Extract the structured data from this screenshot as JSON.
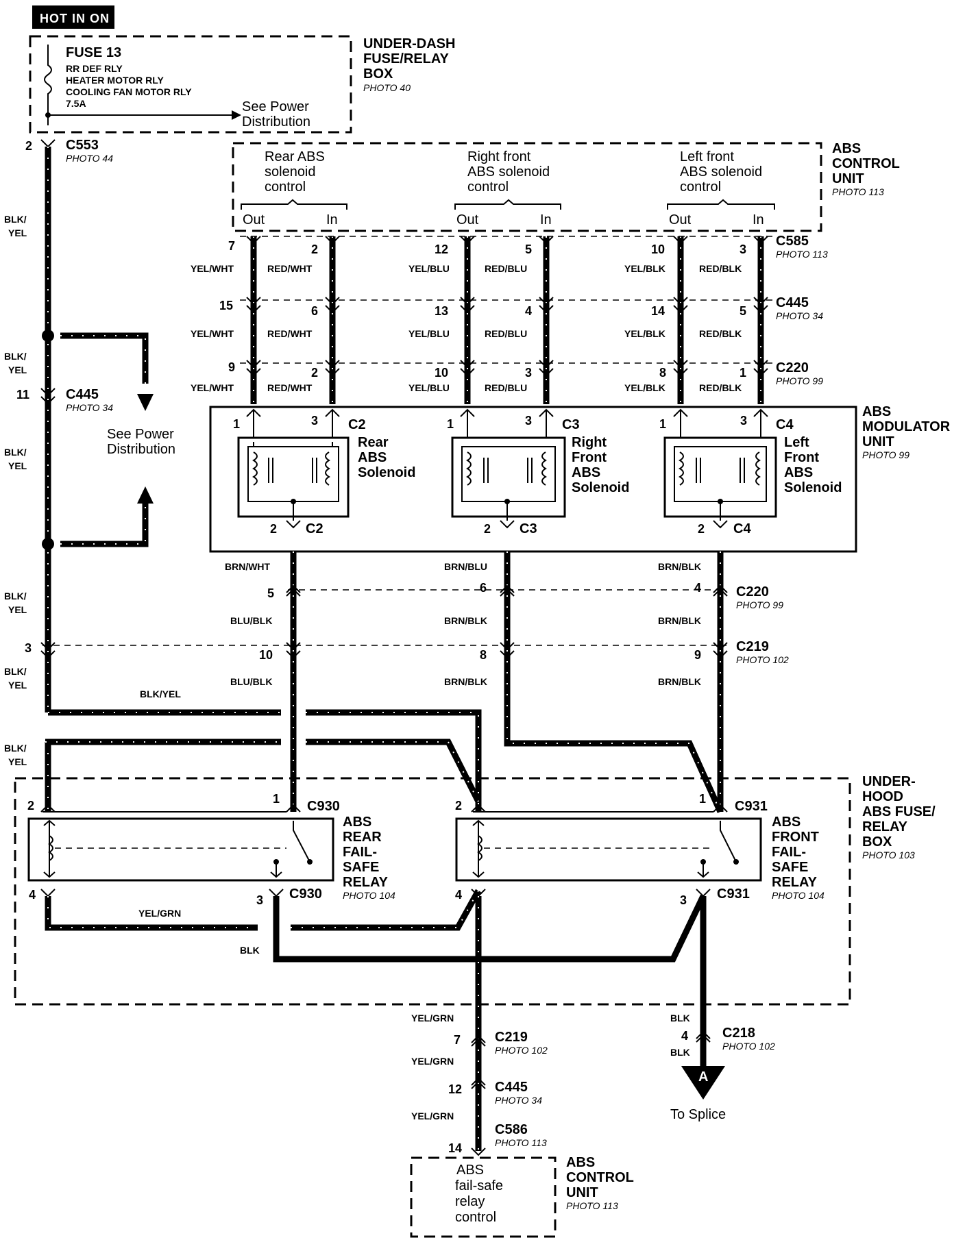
{
  "power_tag": "HOT IN ON",
  "fuse_box": {
    "fuse_title": "FUSE 13",
    "fuse_lines": [
      "RR DEF RLY",
      "HEATER MOTOR RLY",
      "COOLING FAN MOTOR RLY",
      "7.5A"
    ],
    "see_power_line1": "See Power",
    "see_power_line2": "Distribution",
    "title_line1": "UNDER-DASH",
    "title_line2": "FUSE/RELAY",
    "title_line3": "BOX",
    "photo": "PHOTO 40"
  },
  "c553": {
    "pin": "2",
    "name": "C553",
    "photo": "PHOTO 44"
  },
  "abs_control_top": {
    "title_line1": "ABS",
    "title_line2": "CONTROL",
    "title_line3": "UNIT",
    "photo": "PHOTO 113",
    "groups": [
      {
        "line1": "Rear ABS",
        "line2": "solenoid",
        "line3": "control",
        "out": "Out",
        "in": "In"
      },
      {
        "line1": "Right  front",
        "line2": "ABS solenoid",
        "line3": "control",
        "out": "Out",
        "in": "In"
      },
      {
        "line1": "Left  front",
        "line2": "ABS solenoid",
        "line3": "control",
        "out": "Out",
        "in": "In"
      }
    ]
  },
  "connectors": {
    "c585": {
      "name": "C585",
      "photo": "PHOTO 113"
    },
    "c445": {
      "name": "C445",
      "photo": "PHOTO 34"
    },
    "c220": {
      "name": "C220",
      "photo": "PHOTO 99"
    },
    "c445_left": {
      "pin": "11",
      "name": "C445",
      "photo": "PHOTO 34"
    },
    "c220_low": {
      "name": "C220",
      "photo": "PHOTO 99"
    },
    "c219_low": {
      "name": "C219",
      "photo": "PHOTO 102"
    }
  },
  "rows": {
    "c585_pins": [
      "7",
      "2",
      "12",
      "5",
      "10",
      "3"
    ],
    "c585_wires": [
      "YEL/WHT",
      "RED/WHT",
      "YEL/BLU",
      "RED/BLU",
      "YEL/BLK",
      "RED/BLK"
    ],
    "c445_pins": [
      "15",
      "6",
      "13",
      "4",
      "14",
      "5"
    ],
    "c445_wires": [
      "YEL/WHT",
      "RED/WHT",
      "YEL/BLU",
      "RED/BLU",
      "YEL/BLK",
      "RED/BLK"
    ],
    "c220_pins": [
      "9",
      "2",
      "10",
      "3",
      "8",
      "1"
    ],
    "c220_wires": [
      "YEL/WHT",
      "RED/WHT",
      "YEL/BLU",
      "RED/BLU",
      "YEL/BLK",
      "RED/BLK"
    ]
  },
  "modulator": {
    "title_line1": "ABS",
    "title_line2": "MODULATOR",
    "title_line3": "UNIT",
    "photo": "PHOTO 99",
    "solenoids": [
      {
        "pin_a": "1",
        "pin_b": "3",
        "conn": "C2",
        "name_line1": "Rear",
        "name_line2": "ABS",
        "name_line3": "Solenoid",
        "name_line4": "",
        "pin_out": "2",
        "conn_out": "C2"
      },
      {
        "pin_a": "1",
        "pin_b": "3",
        "conn": "C3",
        "name_line1": "Right",
        "name_line2": "Front",
        "name_line3": "ABS",
        "name_line4": "Solenoid",
        "pin_out": "2",
        "conn_out": "C3"
      },
      {
        "pin_a": "1",
        "pin_b": "3",
        "conn": "C4",
        "name_line1": "Left",
        "name_line2": "Front",
        "name_line3": "ABS",
        "name_line4": "Solenoid",
        "pin_out": "2",
        "conn_out": "C4"
      }
    ]
  },
  "lower": {
    "mod_out_wires": [
      "BRN/WHT",
      "BRN/BLU",
      "BRN/BLK"
    ],
    "c220_pins": [
      "5",
      "6",
      "4"
    ],
    "mid_wires": [
      "BLU/BLK",
      "BRN/BLK",
      "BRN/BLK"
    ],
    "c219_pins": [
      "3",
      "10",
      "8",
      "9"
    ],
    "low_wires": [
      "BLU/BLK",
      "BRN/BLK",
      "BRN/BLK"
    ],
    "left_wires": [
      "BLK/",
      "YEL",
      "BLK/",
      "YEL",
      "BLK/",
      "YEL",
      "BLK/",
      "YEL",
      "BLK/",
      "YEL",
      "BLK/",
      "YEL"
    ],
    "blk_yel_horiz": "BLK/YEL",
    "see_power_line1": "See Power",
    "see_power_line2": "Distribution"
  },
  "relay_box": {
    "title_line1": "UNDER-",
    "title_line2": "HOOD",
    "title_line3": "ABS FUSE/",
    "title_line4": "RELAY",
    "title_line5": "BOX",
    "photo": "PHOTO 103",
    "rear_relay": {
      "pin_in_left": "2",
      "pin_in_right": "1",
      "conn_top": "C930",
      "pin_out_left": "4",
      "pin_out_right": "3",
      "conn_bottom": "C930",
      "name_line1": "ABS",
      "name_line2": "REAR",
      "name_line3": "FAIL-",
      "name_line4": "SAFE",
      "name_line5": "RELAY",
      "photo": "PHOTO 104"
    },
    "front_relay": {
      "pin_in_left": "2",
      "pin_in_right": "1",
      "conn_top": "C931",
      "pin_out_left": "4",
      "pin_out_right": "3",
      "conn_bottom": "C931",
      "name_line1": "ABS",
      "name_line2": "FRONT",
      "name_line3": "FAIL-",
      "name_line4": "SAFE",
      "name_line5": "RELAY",
      "photo": "PHOTO 104"
    },
    "yel_grn": "YEL/GRN",
    "blk": "BLK"
  },
  "bottom": {
    "wire1": "YEL/GRN",
    "c219": {
      "pin": "7",
      "name": "C219",
      "photo": "PHOTO 102"
    },
    "wire2": "YEL/GRN",
    "c445": {
      "pin": "12",
      "name": "C445",
      "photo": "PHOTO 34"
    },
    "wire3": "YEL/GRN",
    "c586": {
      "pin": "14",
      "name": "C586",
      "photo": "PHOTO 113"
    },
    "blk1": "BLK",
    "c218": {
      "pin": "4",
      "name": "C218",
      "photo": "PHOTO 102"
    },
    "blk2": "BLK",
    "splice_letter": "A",
    "splice_text": "To Splice",
    "control_box": {
      "line1": "ABS",
      "line2": "fail-safe",
      "line3": "relay",
      "line4": "control"
    },
    "control_title_line1": "ABS",
    "control_title_line2": "CONTROL",
    "control_title_line3": "UNIT",
    "control_photo": "PHOTO 113"
  }
}
